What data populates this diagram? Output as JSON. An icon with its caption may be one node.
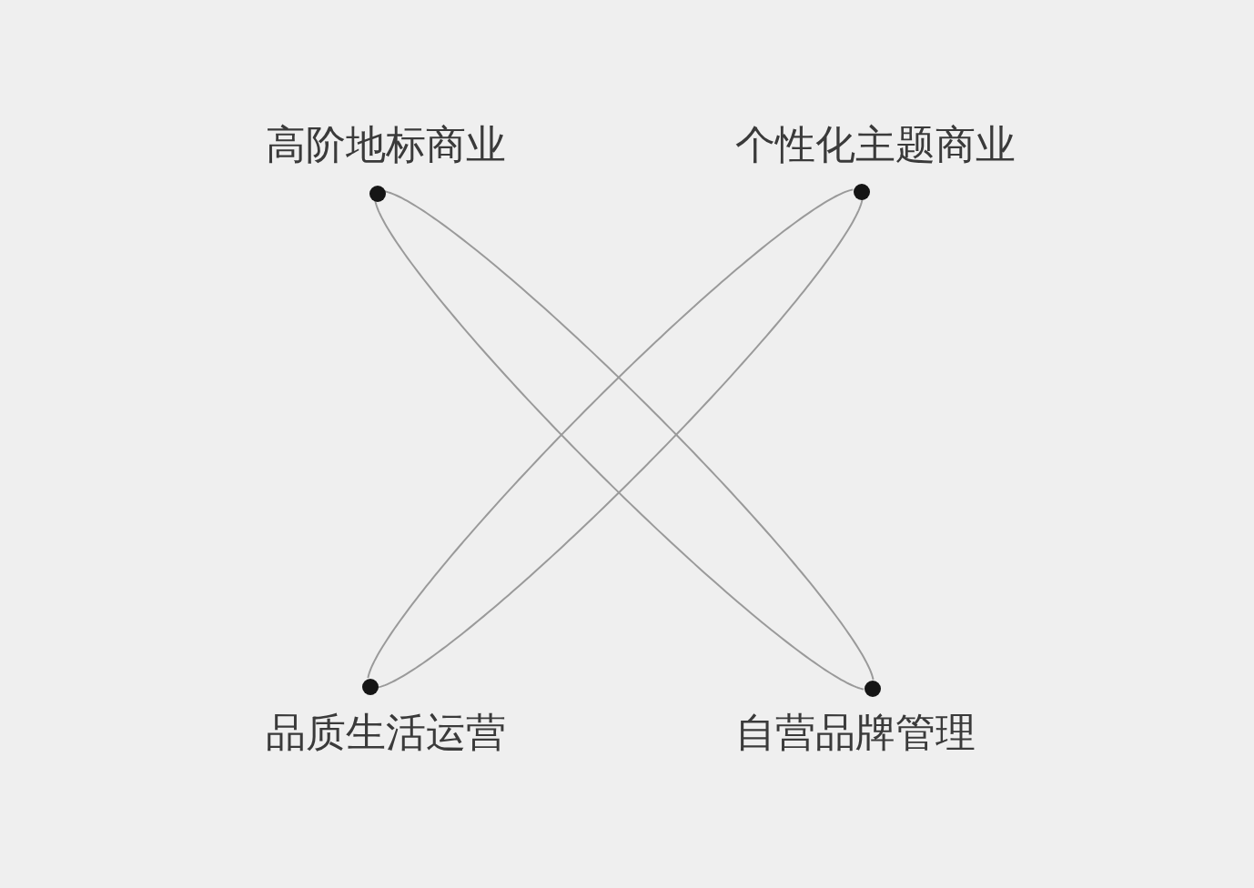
{
  "diagram": {
    "nodes": [
      {
        "text": [],
        "shape": "circle",
        "beside": [
          "高阶地标商业"
        ]
      },
      {
        "text": [],
        "shape": "circle",
        "beside": [
          "个性化主题商业"
        ]
      },
      {
        "text": [],
        "shape": "circle",
        "beside": [
          "品质生活运营"
        ]
      },
      {
        "text": [],
        "shape": "circle",
        "beside": [
          "自营品牌管理"
        ]
      }
    ],
    "edges": [
      {
        "from": 0,
        "to": 3,
        "arrow": "none"
      },
      {
        "from": 0,
        "to": 3,
        "arrow": "none"
      },
      {
        "from": 1,
        "to": 2,
        "arrow": "none"
      },
      {
        "from": 1,
        "to": 2,
        "arrow": "none"
      }
    ]
  }
}
